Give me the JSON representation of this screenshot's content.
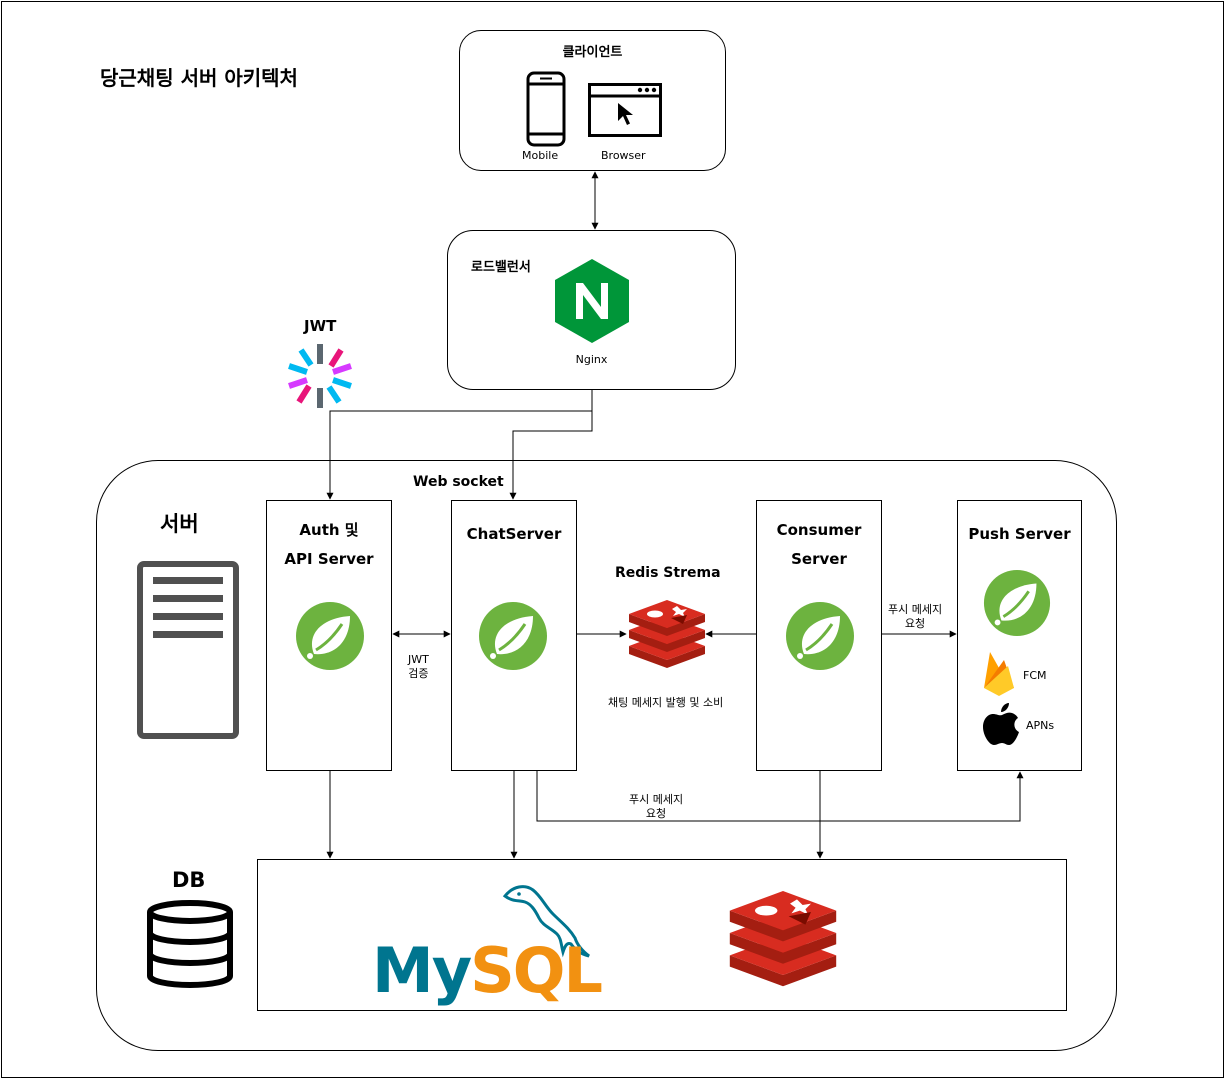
{
  "diagram": {
    "title": "당근채팅 서버 아키텍처",
    "client": {
      "title": "클라이언트",
      "mobile_label": "Mobile",
      "browser_label": "Browser"
    },
    "loadbalancer": {
      "title": "로드밸런서",
      "nginx_label": "Nginx"
    },
    "jwt": {
      "label": "JWT"
    },
    "server_group": {
      "title": "서버"
    },
    "websocket_label": "Web socket",
    "auth_server": {
      "line1": "Auth 및",
      "line2": "API Server"
    },
    "chat_server": {
      "title": "ChatServer"
    },
    "consumer_server": {
      "line1": "Consumer",
      "line2": "Server"
    },
    "push_server": {
      "title": "Push Server",
      "fcm_label": "FCM",
      "apns_label": "APNs"
    },
    "redis_stream": {
      "title": "Redis Strema",
      "caption": "채팅 메세지 발행 및 소비"
    },
    "edge_jwt_verify": {
      "line1": "JWT",
      "line2": "검증"
    },
    "edge_push_request_right": {
      "line1": "푸시 메세지",
      "line2": "요청"
    },
    "edge_push_request_bottom": {
      "line1": "푸시 메세지",
      "line2": "요청"
    },
    "db": {
      "title": "DB",
      "mysql_label": "MySQL",
      "mysql_part1": "My",
      "mysql_part2": "SQL"
    },
    "colors": {
      "spring_green": "#6DB33F",
      "nginx_green": "#009639",
      "redis_red": "#D82C20",
      "mysql_teal": "#00758F",
      "mysql_orange": "#F29111",
      "firebase_orange": "#FFA000"
    }
  }
}
